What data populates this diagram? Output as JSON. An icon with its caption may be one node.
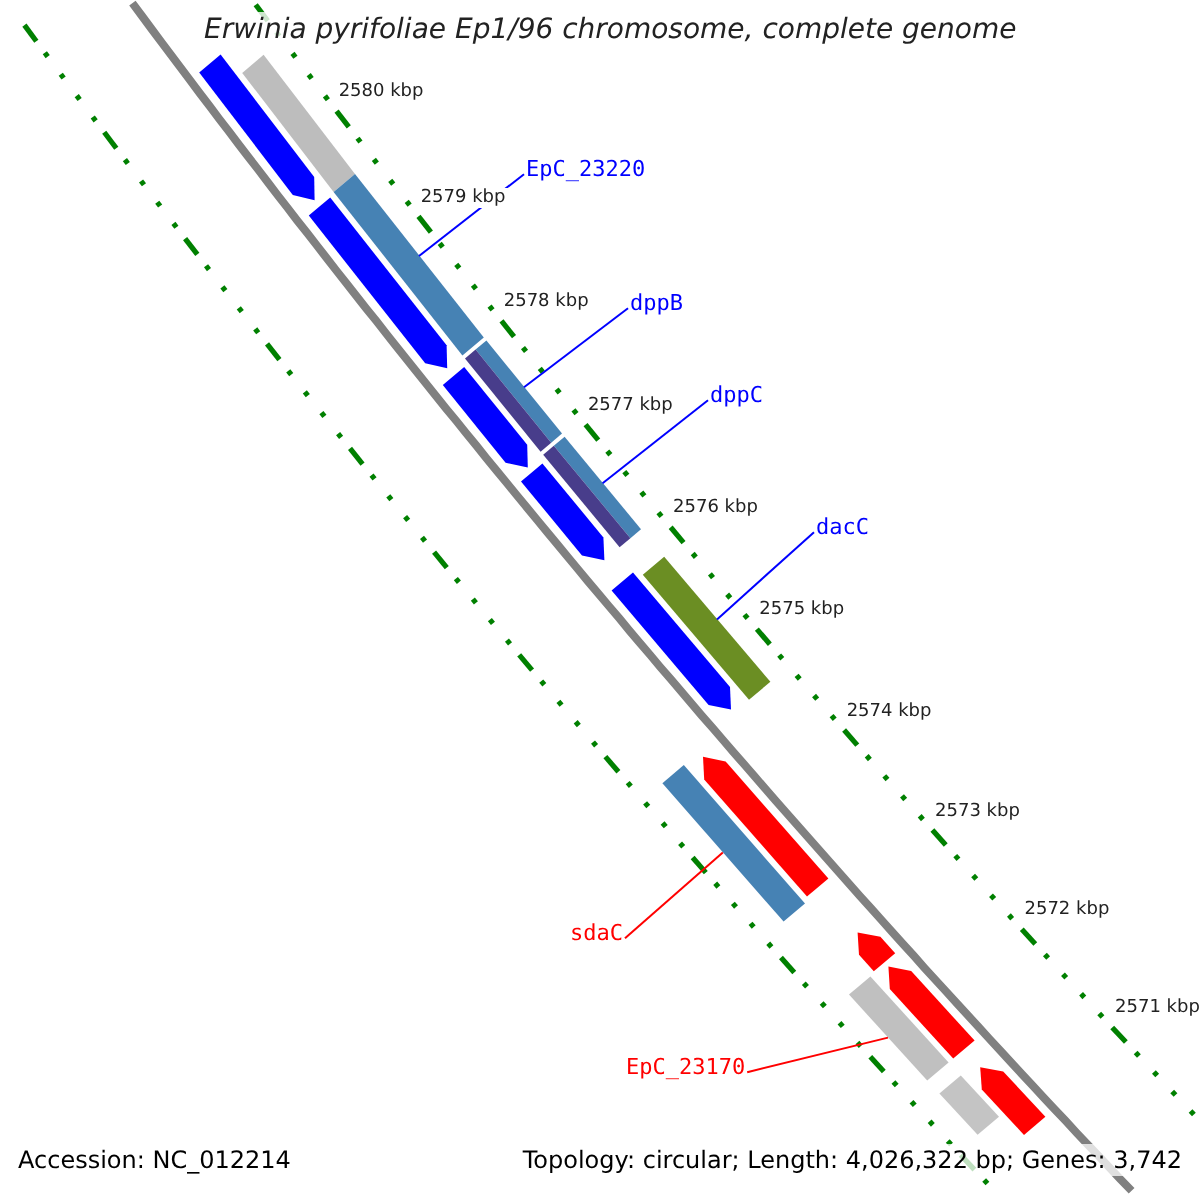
{
  "diagram": {
    "title": "Erwinia pyrifoliae Ep1/96 chromosome, complete genome",
    "nodes": [
      {
        "text": [],
        "shape": "arrow"
      },
      {
        "text": [],
        "shape": "bar"
      },
      {
        "text": [
          "EpC_23220"
        ]
      },
      {
        "text": [],
        "shape": "bar"
      },
      {
        "text": [],
        "shape": "arrow"
      },
      {
        "text": [
          "dppB"
        ]
      },
      {
        "text": [],
        "shape": "bar"
      },
      {
        "text": [],
        "shape": "arrow"
      },
      {
        "text": [
          "dppC"
        ]
      },
      {
        "text": [],
        "shape": "bar"
      },
      {
        "text": [],
        "shape": "arrow"
      },
      {
        "text": [
          "dacC"
        ]
      },
      {
        "text": [],
        "shape": "bar"
      },
      {
        "text": [],
        "shape": "arrow"
      },
      {
        "text": [
          "sdaC"
        ]
      },
      {
        "text": [],
        "shape": "bar"
      },
      {
        "text": [],
        "shape": "arrow"
      },
      {
        "text": [],
        "shape": "arrow"
      },
      {
        "text": [
          "EpC_23170"
        ]
      },
      {
        "text": [],
        "shape": "bar"
      },
      {
        "text": [],
        "shape": "arrow"
      },
      {
        "text": [],
        "shape": "bar"
      },
      {
        "text": [],
        "shape": "arrow"
      }
    ],
    "edges": [
      {
        "from": 2,
        "to": 3,
        "arrow": "none"
      },
      {
        "from": 5,
        "to": 6,
        "arrow": "none"
      },
      {
        "from": 8,
        "to": 9,
        "arrow": "none"
      },
      {
        "from": 11,
        "to": 12,
        "arrow": "none"
      },
      {
        "from": 14,
        "to": 15,
        "arrow": "none",
        "color": "#ff0000"
      },
      {
        "from": 18,
        "to": 19,
        "arrow": "none",
        "color": "#ff0000"
      }
    ],
    "labels": [
      "2580 kbp",
      "2579 kbp",
      "2578 kbp",
      "2577 kbp",
      "2576 kbp",
      "2575 kbp",
      "2574 kbp",
      "2573 kbp",
      "2572 kbp",
      "2571 kbp",
      "Accession: NC_012214",
      "Topology: circular; Length: 4,026,322 bp; Genes: 3,742"
    ]
  }
}
